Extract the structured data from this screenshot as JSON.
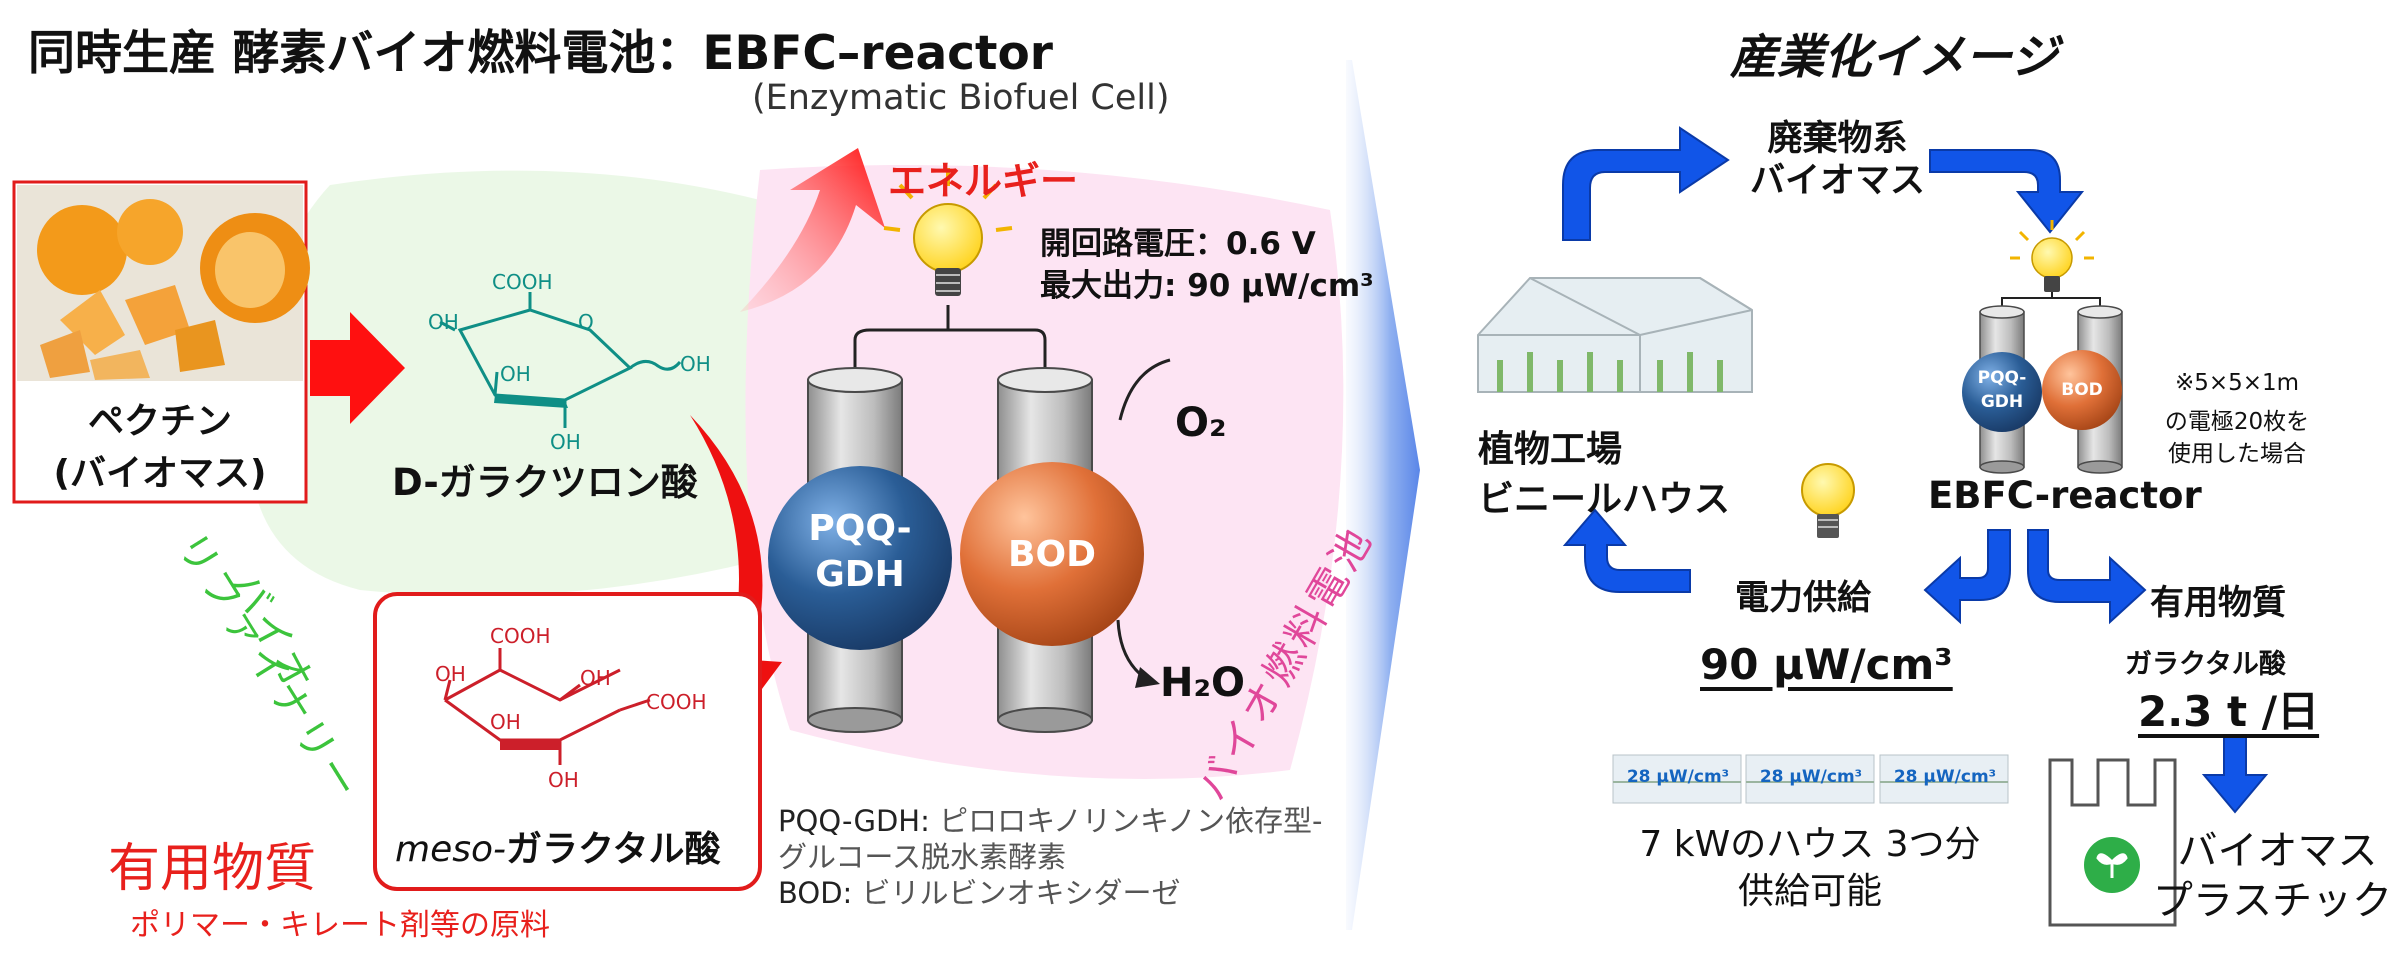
{
  "title": {
    "main": "同時生産 酵素バイオ燃料電池：EBFC–reactor",
    "sub": "(Enzymatic Biofuel Cell)"
  },
  "left": {
    "pectin_line1": "ペクチン",
    "pectin_line2": "(バイオマス)",
    "galacturonic": "D-ガラクツロン酸",
    "galactaric_prefix": "meso-",
    "galactaric": "ガラクタル酸",
    "useful": "有用物質",
    "useful_sub": "ポリマー・キレート剤等の原料",
    "biorefinery_line1": "バイオ",
    "biorefinery_line2": "リファイナリー",
    "biofuel_arc": "バイオ燃料電池",
    "energy": "エネルギー",
    "ocv": "開回路電圧：0.6 V",
    "pmax": "最大出力: 90 µW/cm³",
    "pqq_line1": "PQQ-",
    "pqq_line2": "GDH",
    "bod": "BOD",
    "o2": "O₂",
    "h2o": "H₂O",
    "legend_pqq_key": "PQQ-GDH:",
    "legend_pqq_val1": " ピロロキノリンキノン依存型-",
    "legend_pqq_val2": "グルコース脱水素酵素",
    "legend_bod_key": "BOD:",
    "legend_bod_val": " ビリルビンオキシダーゼ",
    "chem": {
      "cooh": "COOH",
      "oh": "OH",
      "o": "O"
    }
  },
  "right": {
    "heading": "産業化イメージ",
    "waste_line1": "廃棄物系",
    "waste_line2": "バイオマス",
    "plant_line1": "植物工場",
    "plant_line2": "ビニールハウス",
    "reactor": "EBFC-reactor",
    "mini_pqq_line1": "PQQ-",
    "mini_pqq_line2": "GDH",
    "mini_bod": "BOD",
    "note_line1": "※5×5×1m",
    "note_line2": "の電極20枚を",
    "note_line3": "使用した場合",
    "power_supply": "電力供給",
    "power_value": "90 µW/cm³",
    "useful": "有用物質",
    "galactaric": "ガラクタル酸",
    "amount": "2.3 t /日",
    "greenhouse_label": "28 µW/cm³",
    "houses_line1": "7 kWのハウス 3つ分",
    "houses_line2": "供給可能",
    "plastic_line1": "バイオマス",
    "plastic_line2": "プラスチック"
  },
  "colors": {
    "red": "#e8201c",
    "blue": "#1155e8",
    "green_text": "#3cc43c",
    "pink_text": "#e0479a",
    "teal": "#0f8f86",
    "pqq": "#2a5d96",
    "bod": "#e07038"
  }
}
